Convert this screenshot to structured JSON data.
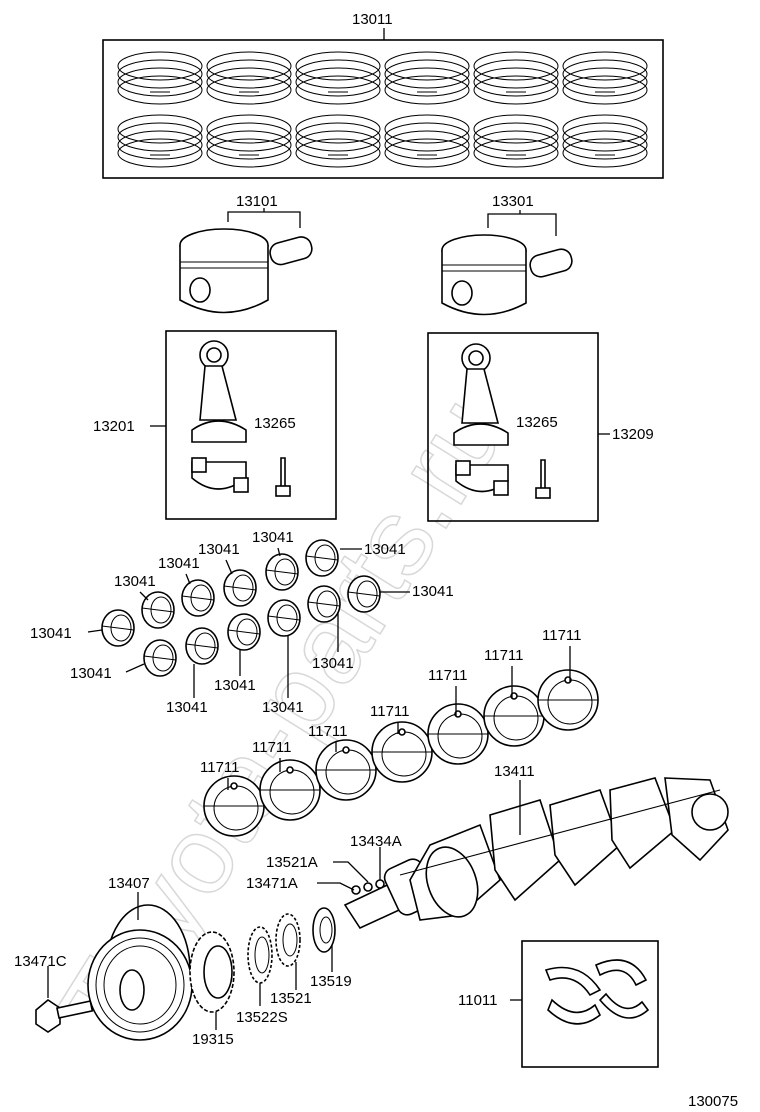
{
  "watermark": "Toyota-parts.ru",
  "diagram_id": "130075",
  "callouts": {
    "rings_set": "13011",
    "piston_left": "13101",
    "piston_right": "13301",
    "rod_left": "13201",
    "rod_right": "13209",
    "rod_bolt": "13265",
    "rod_bearing": "13041",
    "main_bearing": "11711",
    "crankshaft": "13411",
    "pin_a": "13521A",
    "pin_b": "13434A",
    "key": "13471A",
    "pulley": "13407",
    "pulley_bolt": "13471C",
    "timing_gear": "19315",
    "washer": "13522S",
    "gear_small": "13521",
    "oil_ring": "13519",
    "thrust_washer": "11011"
  }
}
